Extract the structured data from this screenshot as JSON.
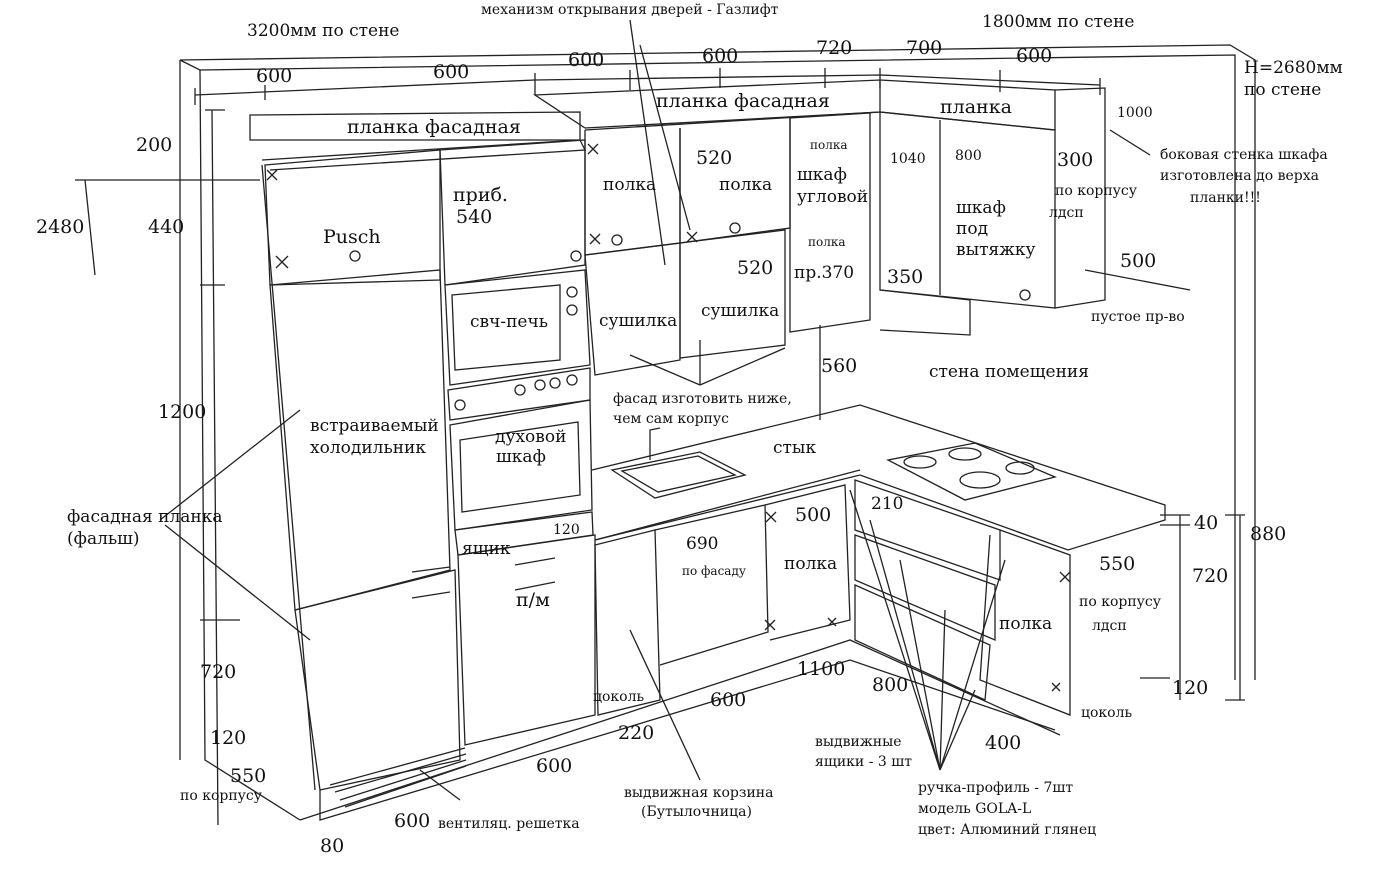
{
  "diagram": {
    "top_labels": {
      "mechanism": "механизм открывания дверей - Газлифт",
      "wall_left": "3200мм по стене",
      "wall_right": "1800мм по стене",
      "height": "Н=2680мм",
      "height_sub": "по стене"
    },
    "dims_top": {
      "d1": "600",
      "d2": "600",
      "d3": "600",
      "d4": "600",
      "d5": "720",
      "d6": "700",
      "d7": "600"
    },
    "left_dims": {
      "d200": "200",
      "d2480": "2480",
      "d440": "440",
      "d1200": "1200",
      "d720": "720",
      "d120": "120",
      "d550": "550",
      "corpus": "по корпусу",
      "d600": "600",
      "d80": "80"
    },
    "labels": {
      "planka_left": "планка фасадная",
      "planka_mid": "планка фасадная",
      "planka_right": "планка",
      "pusch": "Pusch",
      "prib": "приб.",
      "prib540": "540",
      "svch": "свч-печь",
      "duhovoy1": "духовой",
      "duhovoy2": "шкаф",
      "fridge1": "встраиваемый",
      "fridge2": "холодильник",
      "yashik": "ящик",
      "y120": "120",
      "pm": "п/м",
      "falsh1": "фасадная планка",
      "falsh2": "(фальш)",
      "polka1": "полка",
      "polka2": "полка",
      "d520a": "520",
      "d520b": "520",
      "sushilka1": "сушилка",
      "sushilka2": "сушилка",
      "polka_small1": "полка",
      "polka_small2": "полка",
      "corner1": "шкаф",
      "corner2": "угловой",
      "pr370": "пр.370",
      "d350": "350",
      "d1040": "1040",
      "d800": "800",
      "hood1": "шкаф",
      "hood2": "под",
      "hood3": "вытяжку",
      "d300": "300",
      "corpus_r1": "по корпусу",
      "ldsp1": "лдсп",
      "d1000": "1000",
      "d500r": "500",
      "empty": "пустое пр-во",
      "side1": "боковая стенка шкафа",
      "side2": "изготовлена до верха",
      "side3": "планки!!!",
      "facade1": "фасад изготовить ниже,",
      "facade2": "чем сам корпус",
      "d560": "560",
      "wall": "стена помещения",
      "styk": "стык",
      "d690": "690",
      "po_fasadu": "по фасаду",
      "d500": "500",
      "polka_low": "полка",
      "d210": "210",
      "d1100": "1100",
      "d800b": "800",
      "drawers1": "выдвижные",
      "drawers2": "ящики - 3 шт",
      "cokol1": "цоколь",
      "d600b": "600",
      "d220": "220",
      "d600c": "600",
      "basket1": "выдвижная корзина",
      "basket2": "(Бутылочница)",
      "vent": "вентиляц. решетка",
      "handle1": "ручка-профиль - 7шт",
      "handle2": "модель GOLA-L",
      "handle3": "цвет: Алюминий глянец",
      "d400": "400",
      "cokol2": "цоколь",
      "polka_right": "полка",
      "d550r": "550",
      "corpus_r2": "по корпусу",
      "ldsp2": "лдсп",
      "d40": "40",
      "d880": "880",
      "d720r": "720",
      "d120r": "120"
    }
  }
}
